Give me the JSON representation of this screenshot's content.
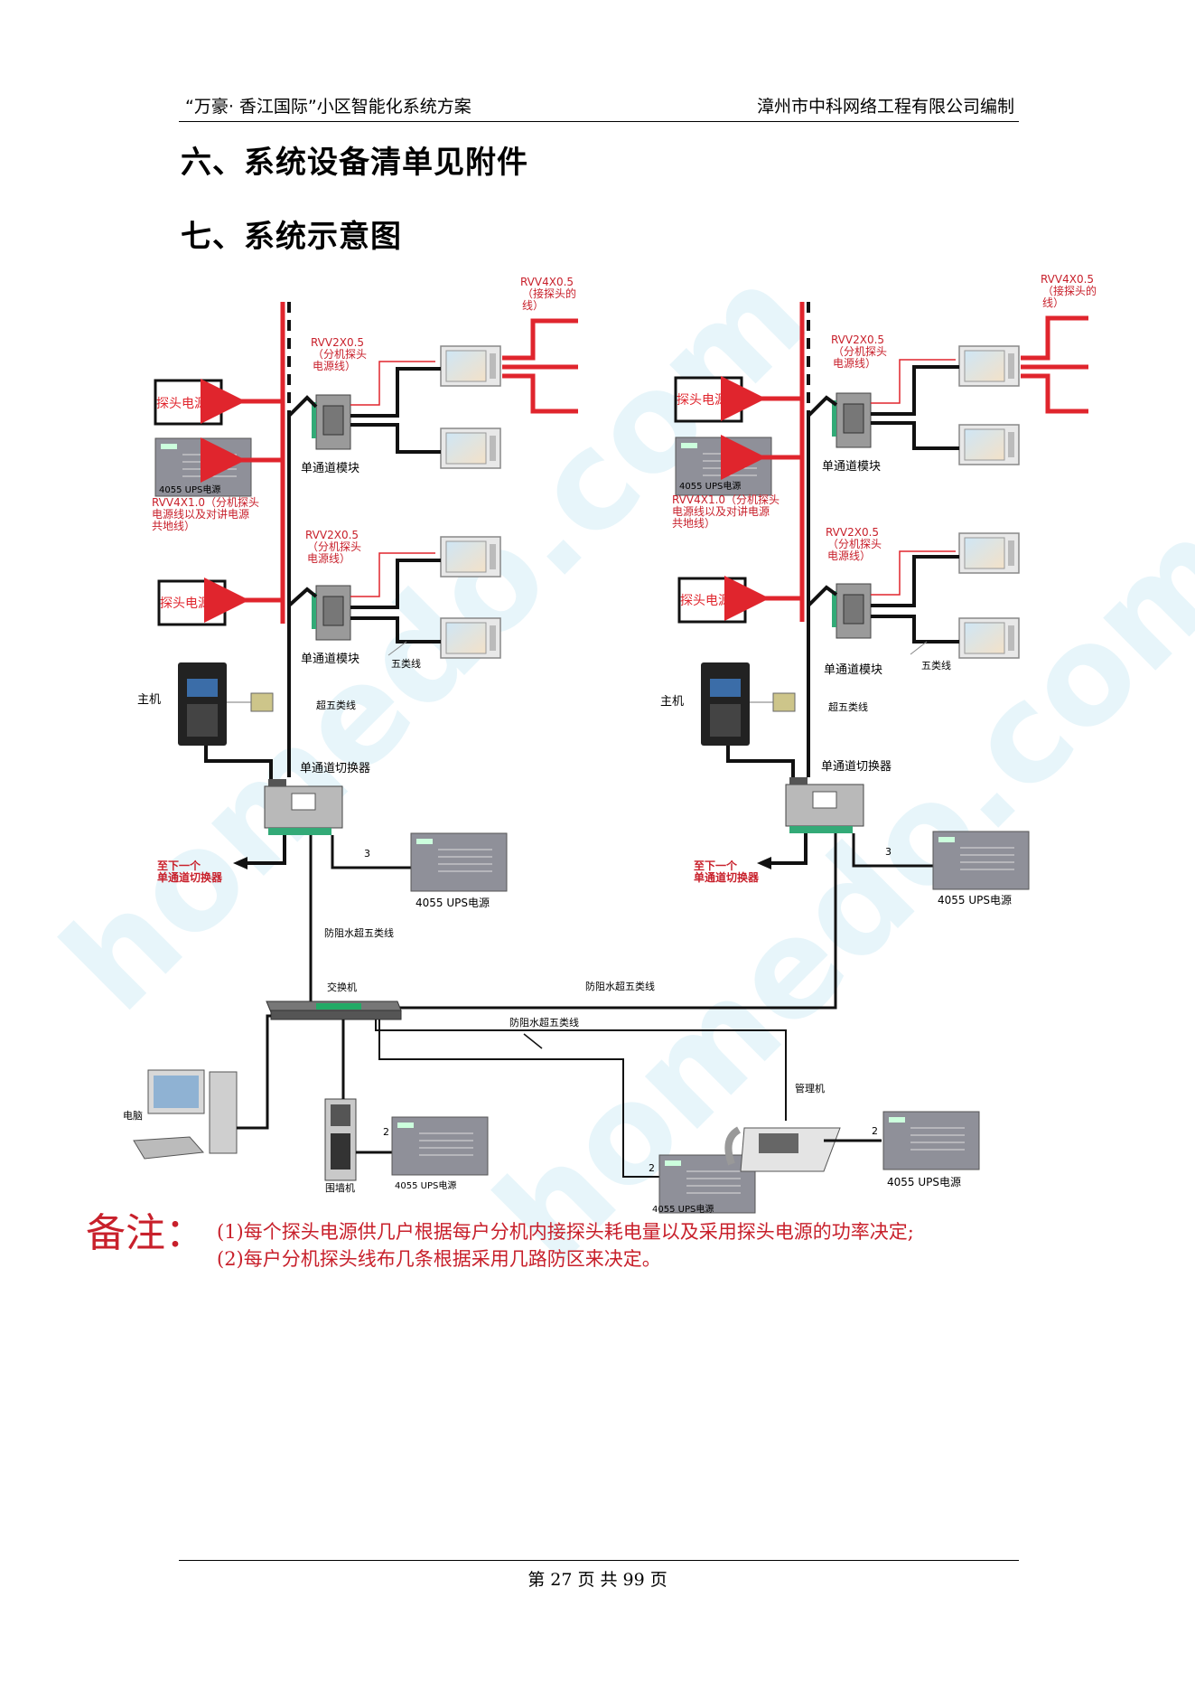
{
  "header": {
    "left": "“万豪· 香江国际”小区智能化系统方案",
    "right": "漳州市中科网络工程有限公司编制"
  },
  "headings": {
    "six": "六、系统设备清单见附件",
    "seven": "七、系统示意图"
  },
  "diagram": {
    "rvv4x05": "RVV4X0.5",
    "rvv4x05_note1": "（接探头的",
    "rvv4x05_note2": "线）",
    "rvv2x05": "RVV2X0.5",
    "rvv2x05_note1": "（分机探头",
    "rvv2x05_note2": "电源线）",
    "probe_power_box": "探头电源箱",
    "ups_small": "4055 UPS电源",
    "rvv4x1_1": "RVV4X1.0（分机探头",
    "rvv4x1_2": "电源线以及对讲电源",
    "rvv4x1_3": "共地线）",
    "single_module": "单通道模块",
    "cat5": "五类线",
    "super_cat5": "超五类线",
    "host": "主机",
    "switcher": "单通道切换器",
    "next_switcher_1": "至下一个",
    "next_switcher_2": "单通道切换器",
    "wire_count_3": "3",
    "wire_count_2": "2",
    "ups": "4055 UPS电源",
    "waterproof_cat5": "防阻水超五类线",
    "switch": "交换机",
    "computer": "电脑",
    "wall_unit": "围墙机",
    "manager_unit": "管理机"
  },
  "notes": {
    "label": "备注：",
    "line1": "(1)每个探头电源供几户根据每户分机内接探头耗电量以及采用探头电源的功率决定;",
    "line2": "(2)每户分机探头线布几条根据采用几路防区来决定。"
  },
  "footer": {
    "page": "第 27 页 共 99 页"
  },
  "watermark": "homedo.com",
  "colors": {
    "red": "#e0252d",
    "note_red": "#c8202b",
    "wire": "#1a1a1a"
  }
}
